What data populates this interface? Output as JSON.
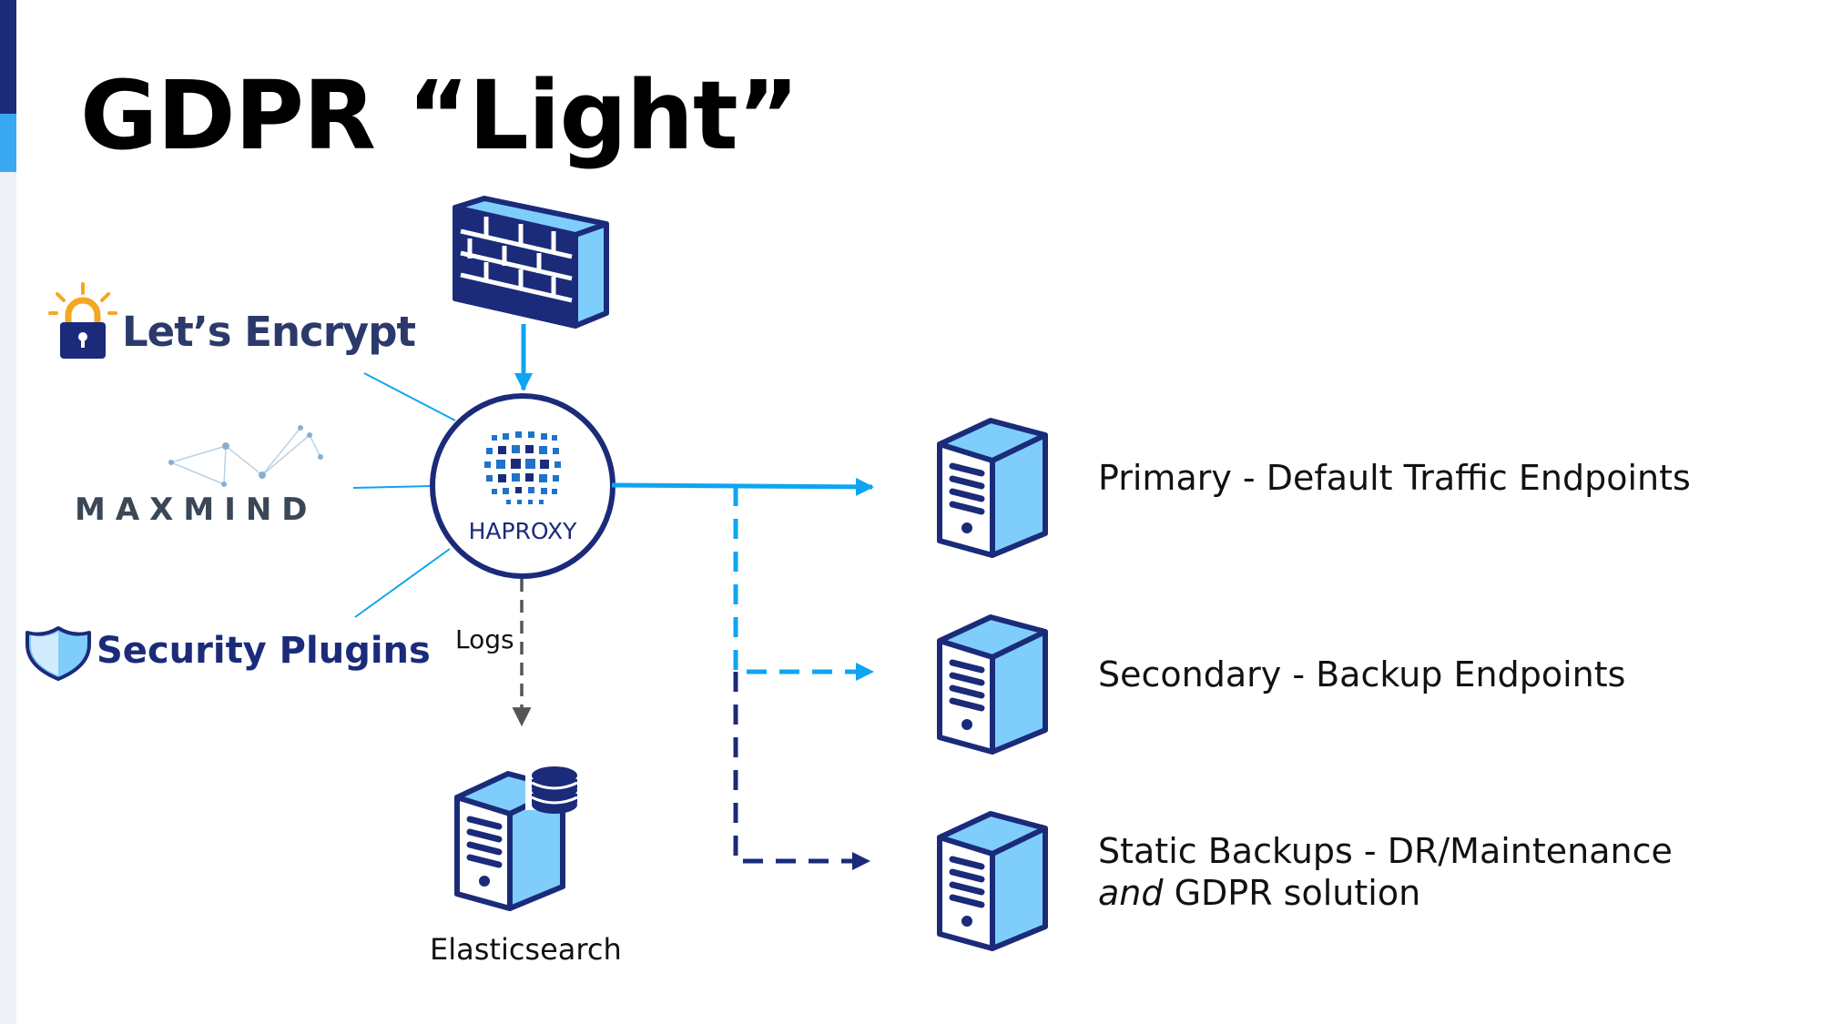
{
  "slide": {
    "title": "GDPR “Light”"
  },
  "integrations": {
    "letsencrypt": "Let’s Encrypt",
    "maxmind": "MAXMIND",
    "security_plugins": "Security Plugins"
  },
  "haproxy": {
    "label": "HAPROXY"
  },
  "logs": {
    "label": "Logs",
    "target": "Elasticsearch"
  },
  "endpoints": {
    "primary": "Primary - Default Traffic Endpoints",
    "secondary": "Secondary - Backup Endpoints",
    "static_line1": "Static Backups - DR/Maintenance",
    "static_italic": "and",
    "static_rest": " GDPR solution"
  },
  "colors": {
    "navy": "#1b2b7a",
    "blue": "#0ea5f0",
    "light_blue": "#7fcdfb",
    "gray": "#555555"
  },
  "icons": {
    "firewall": "brick-wall-icon",
    "server": "server-tower-icon",
    "database": "database-icon",
    "lock": "padlock-icon",
    "shield": "shield-icon"
  }
}
